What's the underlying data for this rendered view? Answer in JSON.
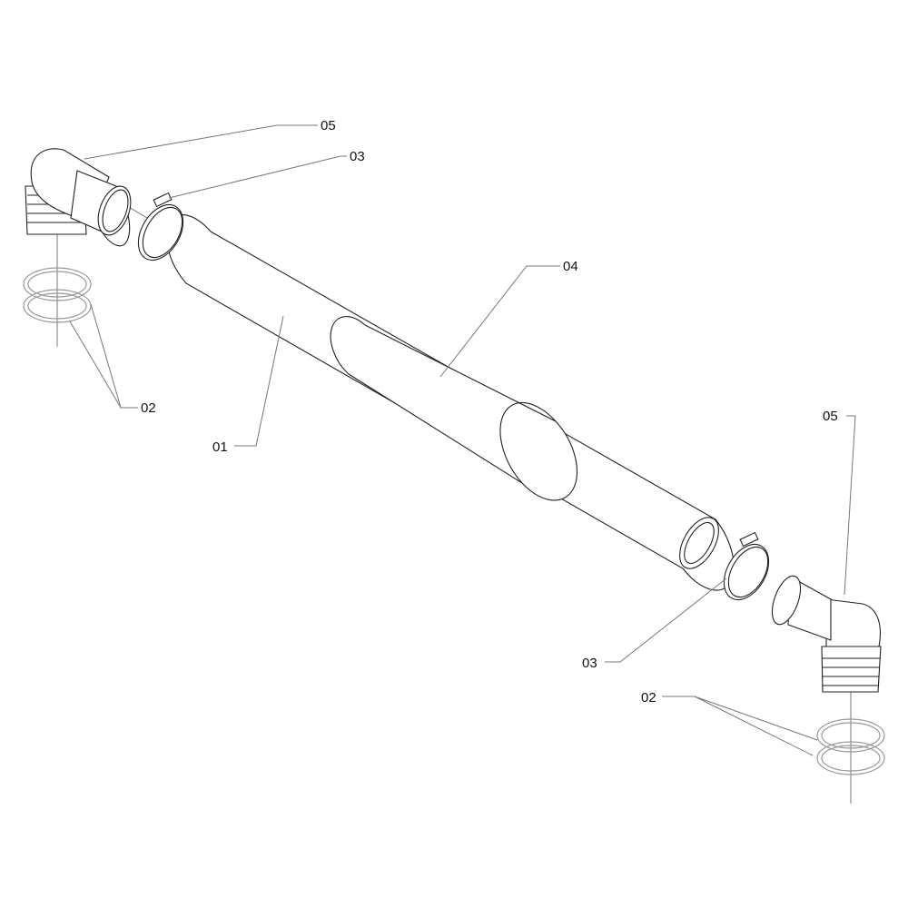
{
  "diagram": {
    "type": "exploded-parts-view",
    "callouts": [
      {
        "id": "top-elbow",
        "label": "05"
      },
      {
        "id": "top-clamp",
        "label": "03"
      },
      {
        "id": "sleeve",
        "label": "04"
      },
      {
        "id": "left-seals",
        "label": "02"
      },
      {
        "id": "tube",
        "label": "01"
      },
      {
        "id": "bottom-elbow",
        "label": "05"
      },
      {
        "id": "bottom-clamp",
        "label": "03"
      },
      {
        "id": "right-seals",
        "label": "02"
      }
    ]
  }
}
